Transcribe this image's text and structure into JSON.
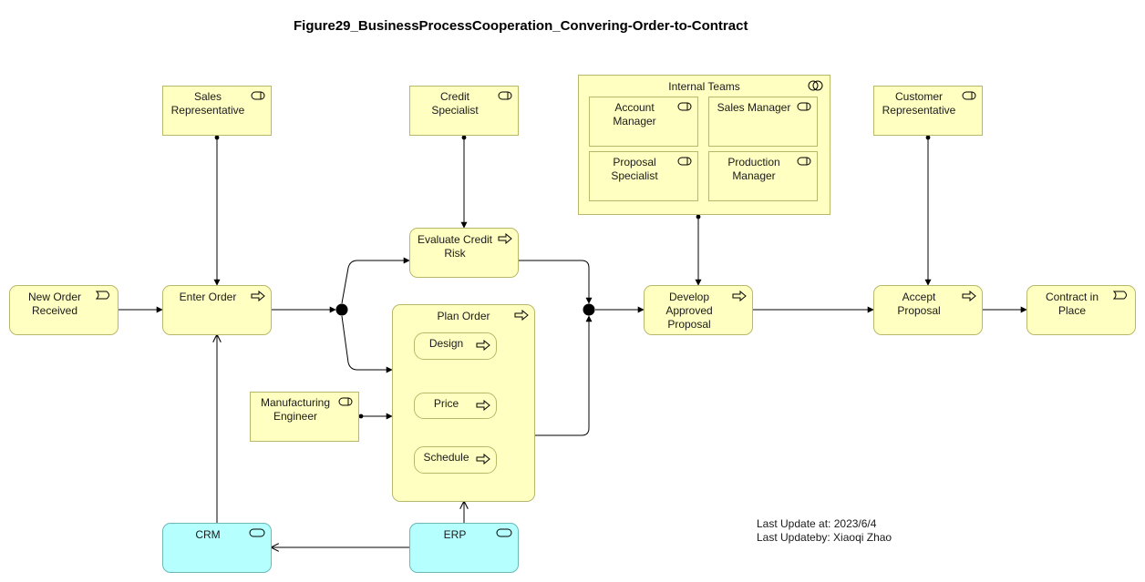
{
  "title": "Figure29_BusinessProcessCooperation_Convering-Order-to-Contract",
  "roles": {
    "sales_rep": "Sales\nRepresentative",
    "credit_specialist": "Credit\nSpecialist",
    "customer_rep": "Customer\nRepresentative",
    "mfg_engineer": "Manufacturing\nEngineer",
    "account_manager": "Account\nManager",
    "sales_manager": "Sales Manager",
    "proposal_specialist": "Proposal\nSpecialist",
    "production_manager": "Production\nManager"
  },
  "collaboration": {
    "internal_teams": "Internal Teams"
  },
  "events": {
    "new_order": "New Order\nReceived",
    "contract_in_place": "Contract in\nPlace"
  },
  "processes": {
    "enter_order": "Enter Order",
    "evaluate_credit": "Evaluate Credit\nRisk",
    "plan_order": "Plan Order",
    "design": "Design",
    "price": "Price",
    "schedule": "Schedule",
    "develop_proposal": "Develop\nApproved\nProposal",
    "accept_proposal": "Accept\nProposal"
  },
  "applications": {
    "crm": "CRM",
    "erp": "ERP"
  },
  "footer": {
    "updated": "Last Update at: 2023/6/4",
    "author": "Last Updateby: Xiaoqi Zhao"
  },
  "colors": {
    "business": "#ffffc2",
    "application": "#b5ffff",
    "business_border": "#b8b86a",
    "application_border": "#6ab8b8"
  }
}
